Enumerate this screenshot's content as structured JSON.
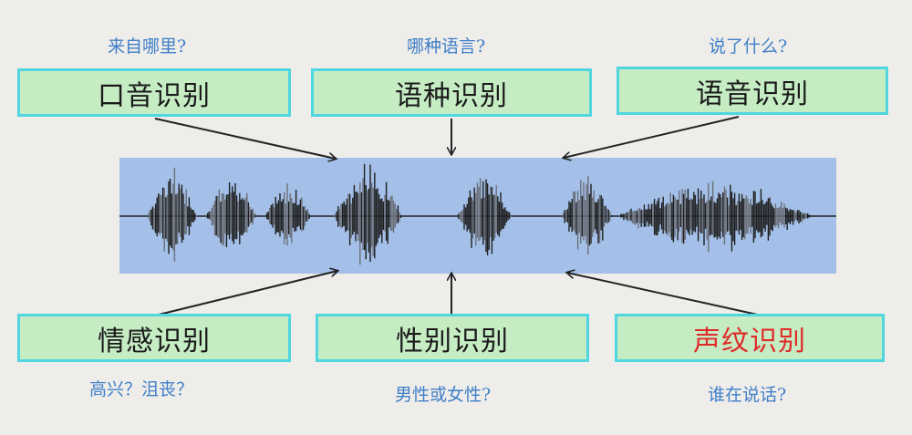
{
  "top": [
    {
      "question": "来自哪里?",
      "label": "口音识别"
    },
    {
      "question": "哪种语言?",
      "label": "语种识别"
    },
    {
      "question": "说了什么?",
      "label": "语音识别"
    }
  ],
  "bottom": [
    {
      "question": "高兴？沮丧？",
      "label": "情感识别"
    },
    {
      "question": "男性或女性?",
      "label": "性别识别"
    },
    {
      "question": "谁在说话?",
      "label": "声纹识别"
    }
  ],
  "colors": {
    "question": "#3f7fc8",
    "box_fill": "#c6ecc4",
    "box_border": "#4fd6e0",
    "highlight": "#e02a2a",
    "waveform_bg": "#a4c0e8"
  },
  "icons": {
    "center": "speech-waveform"
  }
}
